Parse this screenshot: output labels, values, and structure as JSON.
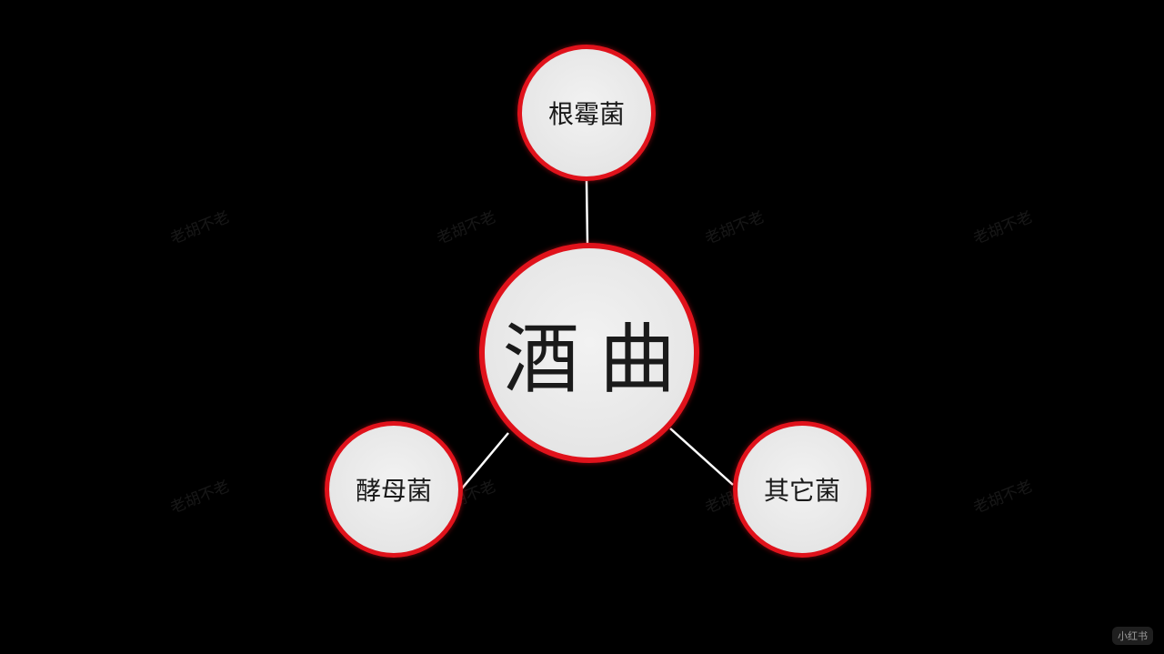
{
  "diagram": {
    "center": {
      "label": "酒曲"
    },
    "branches": [
      {
        "id": "top",
        "label": "根霉菌"
      },
      {
        "id": "left",
        "label": "酵母菌"
      },
      {
        "id": "right",
        "label": "其它菌"
      }
    ]
  },
  "watermark": "老胡不老",
  "badge": "小红书",
  "colors": {
    "background": "#000000",
    "node_fill": "#e9e9e9",
    "node_border": "#e0121b",
    "connector": "#ffffff",
    "text": "#1a1a1a"
  }
}
